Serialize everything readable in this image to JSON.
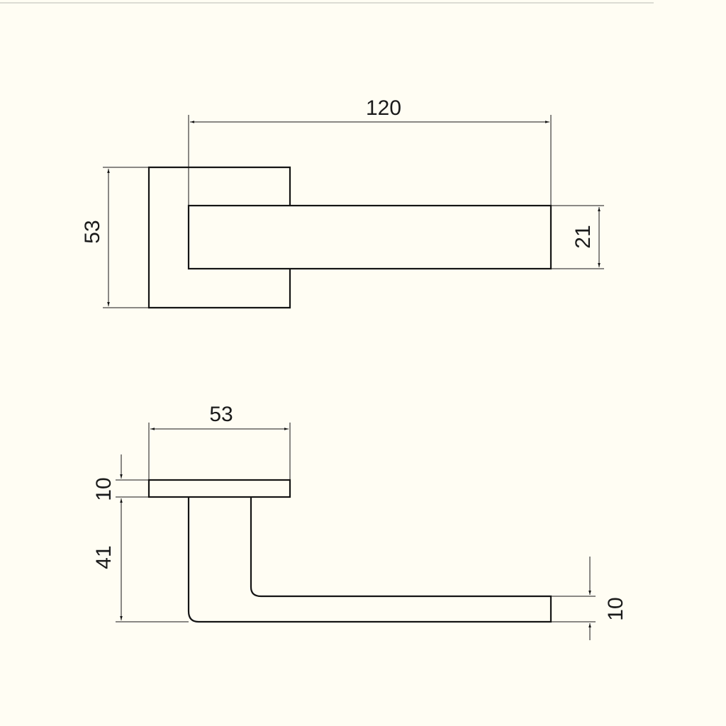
{
  "drawing": {
    "title": "Door handle technical drawing",
    "line_color": "#141414",
    "background": "#fffdf3",
    "top_view": {
      "dimensions": {
        "lever_length": "120",
        "rose_height": "53",
        "lever_width": "21"
      }
    },
    "side_view": {
      "dimensions": {
        "rose_width": "53",
        "rose_thickness": "10",
        "projection": "41",
        "lever_thickness": "10"
      }
    }
  }
}
